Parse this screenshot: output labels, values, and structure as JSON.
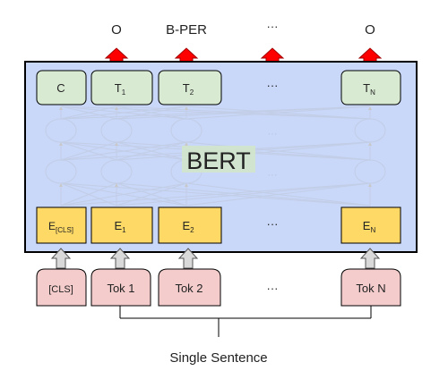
{
  "model_label": "BERT",
  "output_labels": {
    "first": "O",
    "second": "B-PER",
    "ellipsis": "···",
    "last": "O"
  },
  "top_row": {
    "c_label": "C",
    "t1": {
      "base": "T",
      "sub": "1"
    },
    "t2": {
      "base": "T",
      "sub": "2"
    },
    "ellipsis": "···",
    "tn": {
      "base": "T",
      "sub": "N"
    }
  },
  "middle_ellipses": [
    "···",
    "···"
  ],
  "embedding_row": {
    "cls": {
      "base": "E",
      "sub": "[CLS]"
    },
    "e1": {
      "base": "E",
      "sub": "1"
    },
    "e2": {
      "base": "E",
      "sub": "2"
    },
    "ellipsis": "···",
    "en": {
      "base": "E",
      "sub": "N"
    }
  },
  "tokens": {
    "cls": "[CLS]",
    "tok1": "Tok 1",
    "tok2": "Tok 2",
    "ellipsis": "···",
    "tokn": "Tok N"
  },
  "caption": "Single Sentence",
  "colors": {
    "bert_bg": "#c9d7f8",
    "box_border": "#000000",
    "top_box_fill": "#d9ead3",
    "embed_fill": "#ffd966",
    "token_fill": "#f4cccc",
    "red_arrow": "#ff0000",
    "gray_arrow": "#d9d9d9"
  }
}
